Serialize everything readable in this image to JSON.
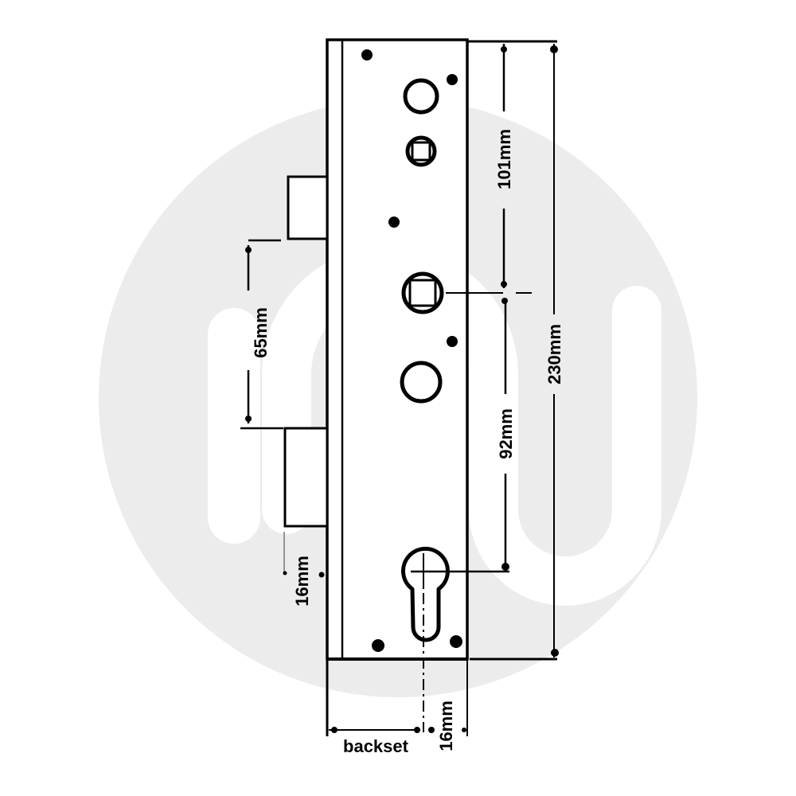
{
  "diagram": {
    "subject": "Multipoint door lock gearbox (technical dimension drawing)",
    "colors": {
      "background": "#ffffff",
      "watermark_circle": "#ececec",
      "watermark_logo": "#ffffff",
      "ink": "#000000"
    },
    "watermark": {
      "shape": "circle with m-logo",
      "icon": "brand-logo-m"
    },
    "dimensions": {
      "overall_height": "230mm",
      "top_to_follower": "101mm",
      "follower_to_cylinder": "92mm",
      "latch_to_deadbolt": "65mm",
      "deadbolt_offset": "16mm",
      "backset": "backset",
      "cylinder_to_edge": "16mm"
    },
    "features": [
      {
        "name": "top-fixing-hole",
        "type": "dot"
      },
      {
        "name": "upper-round-hole",
        "type": "circle"
      },
      {
        "name": "upper-square-spindle",
        "type": "square-in-circle"
      },
      {
        "name": "latch",
        "type": "rectangle"
      },
      {
        "name": "follower-square-spindle",
        "type": "square-in-circle"
      },
      {
        "name": "lower-round-hole",
        "type": "circle"
      },
      {
        "name": "deadbolt",
        "type": "rectangle"
      },
      {
        "name": "euro-cylinder-hole",
        "type": "euro-profile"
      },
      {
        "name": "bottom-fixing-holes",
        "type": "dot"
      }
    ]
  }
}
